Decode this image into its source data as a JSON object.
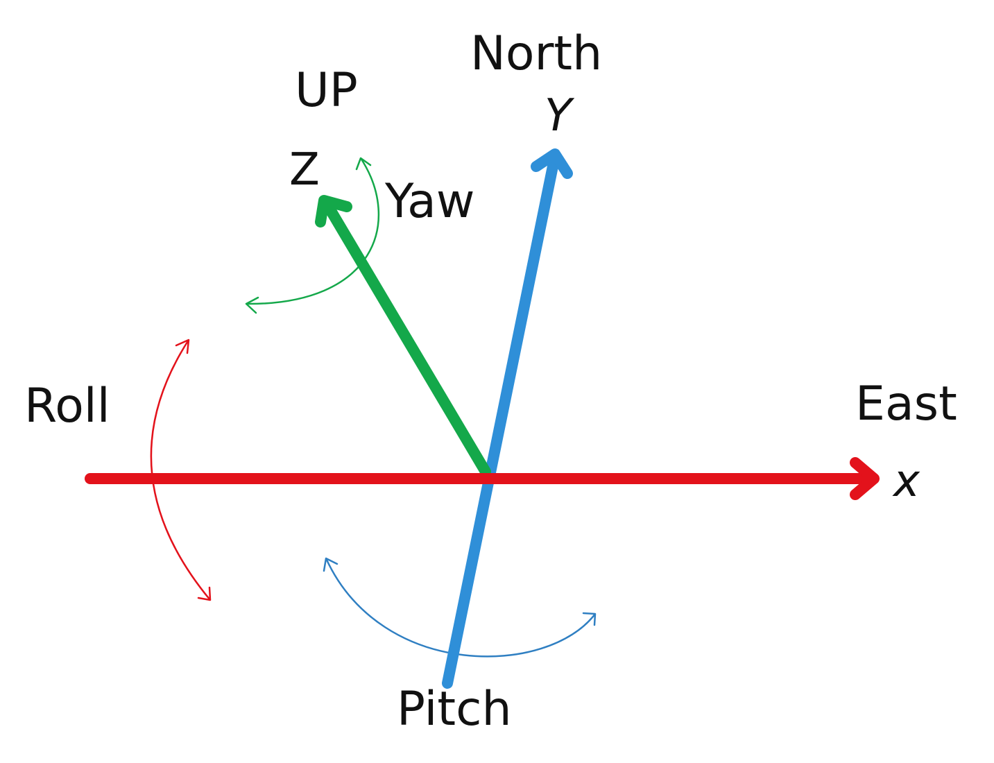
{
  "labels": {
    "north": "North",
    "y_axis": "Y",
    "up": "UP",
    "z_axis": "Z",
    "yaw": "Yaw",
    "roll": "Roll",
    "east": "East",
    "x_axis": "x",
    "pitch": "Pitch"
  },
  "colors": {
    "x_axis": "#e3121b",
    "y_axis": "#2f8fd8",
    "z_axis": "#14a84a",
    "roll_arrow": "#e3121b",
    "pitch_arrow": "#2f7fc2",
    "yaw_arrow": "#14a84a",
    "text": "#111111"
  }
}
